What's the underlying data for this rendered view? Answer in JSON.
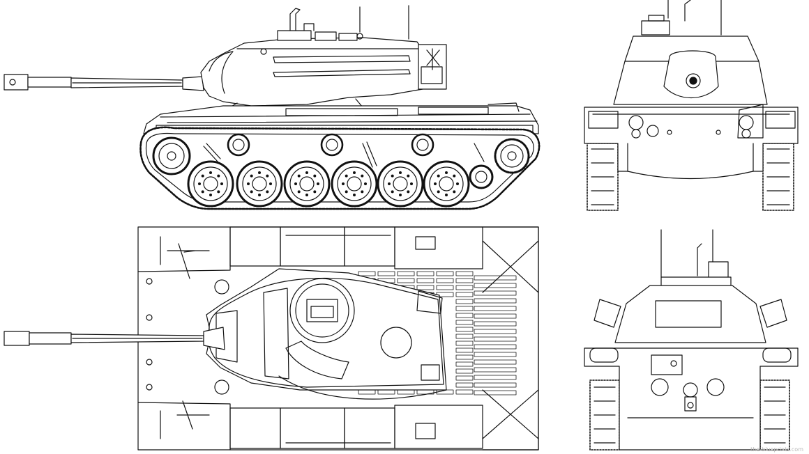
{
  "drawing": {
    "subject": "Medium tank four-view line blueprint",
    "views": [
      {
        "id": "side",
        "caption": ""
      },
      {
        "id": "top",
        "caption": ""
      },
      {
        "id": "front",
        "caption": ""
      },
      {
        "id": "rear",
        "caption": ""
      }
    ],
    "watermark": "the-blueprints.com",
    "colors": {
      "line": "#111111",
      "paper": "#ffffff",
      "fill_light": "#f4f4f4"
    }
  }
}
